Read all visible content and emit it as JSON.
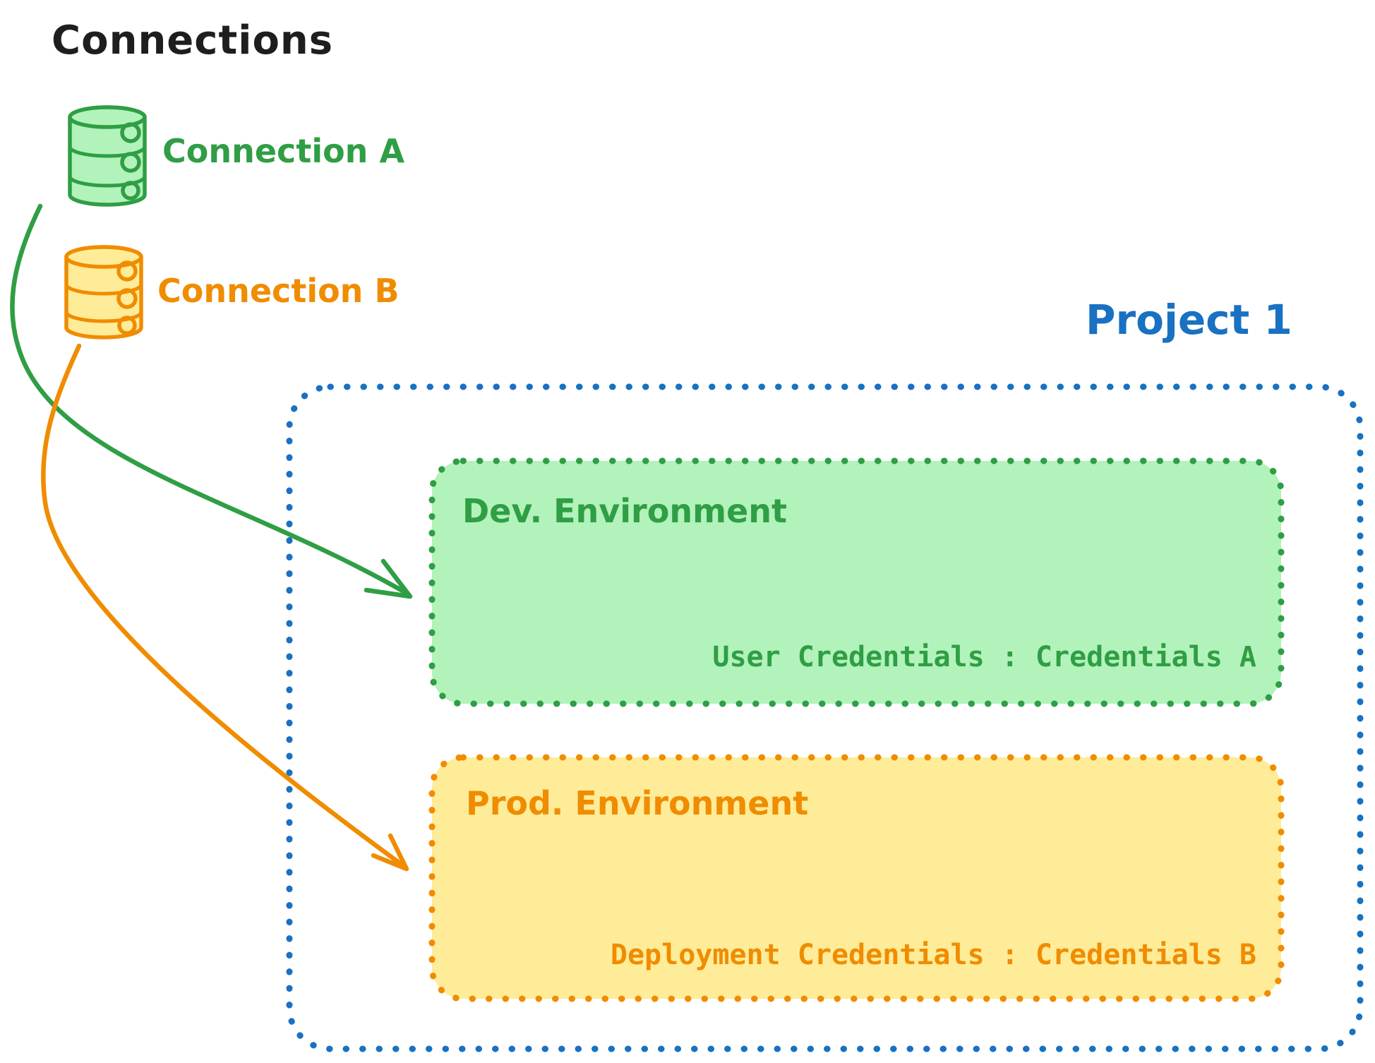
{
  "title": "Connections",
  "colors": {
    "text": "#1e1e1e",
    "green_stroke": "#2f9e44",
    "green_fill": "#b2f2bb",
    "orange_stroke": "#f08c00",
    "orange_fill": "#ffec99",
    "blue_stroke": "#1971c2",
    "background": "#ffffff"
  },
  "connections": [
    {
      "label": "Connection A",
      "icon": "database-icon",
      "color": "#2f9e44"
    },
    {
      "label": "Connection B",
      "icon": "database-icon",
      "color": "#f08c00"
    }
  ],
  "project": {
    "label": "Project 1",
    "color": "#1971c2",
    "environments": [
      {
        "name": "Dev. Environment",
        "credentials": "User Credentials : Credentials A",
        "color": "#2f9e44"
      },
      {
        "name": "Prod. Environment",
        "credentials": "Deployment Credentials : Credentials B",
        "color": "#f08c00"
      }
    ]
  },
  "arrows": [
    {
      "from": "Connection A",
      "to": "Dev. Environment",
      "color": "#2f9e44"
    },
    {
      "from": "Connection B",
      "to": "Prod. Environment",
      "color": "#f08c00"
    }
  ]
}
